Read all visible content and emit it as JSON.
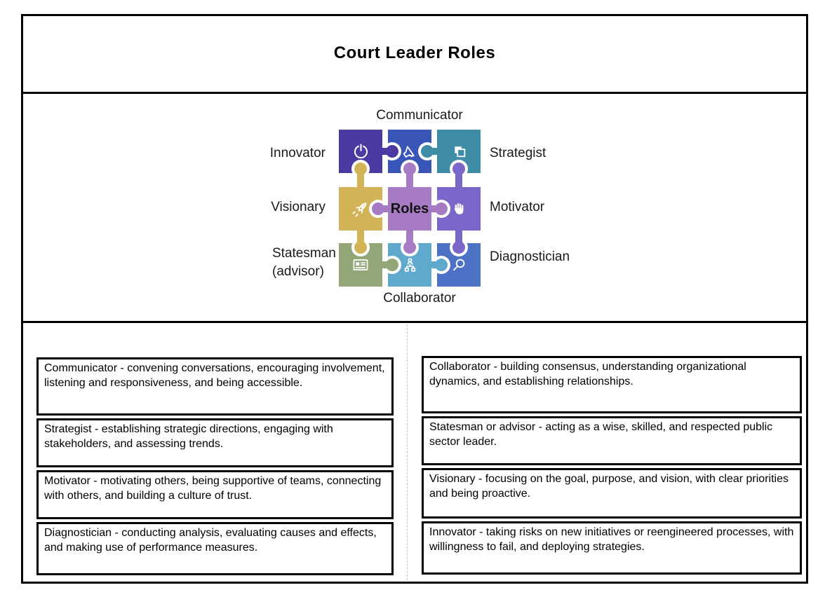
{
  "title": "Court Leader Roles",
  "diagram": {
    "center_label": "Roles",
    "labels": {
      "communicator": "Communicator",
      "innovator": "Innovator",
      "strategist": "Strategist",
      "visionary": "Visionary",
      "motivator": "Motivator",
      "statesman_line1": "Statesman",
      "statesman_line2": "(advisor)",
      "diagnostician": "Diagnostician",
      "collaborator": "Collaborator"
    },
    "colors": {
      "innovator": "#4c3aa3",
      "communicator": "#3a55b8",
      "strategist": "#3e8ca6",
      "visionary": "#d2b356",
      "roles": "#a77bc4",
      "motivator": "#7a67c9",
      "statesman": "#92a677",
      "collaborator": "#5fa9cd",
      "diagnostician": "#4d72c5"
    },
    "icons": {
      "innovator": "power-icon",
      "communicator": "megaphone-icon",
      "strategist": "copy-squares-icon",
      "visionary": "rocket-icon",
      "motivator": "hand-icon",
      "statesman": "id-badge-icon",
      "collaborator": "org-chart-icon",
      "diagnostician": "magnifier-icon"
    }
  },
  "descriptions": {
    "left": [
      "Communicator - convening conversations, encouraging involvement, listening and responsiveness, and being accessible.",
      "Strategist - establishing strategic directions, engaging with stakeholders, and assessing trends.",
      "Motivator - motivating others, being supportive of teams, connecting with others, and building a culture of trust.",
      "Diagnostician - conducting analysis, evaluating causes and effects, and making use of performance measures."
    ],
    "right": [
      "Collaborator - building consensus, understanding organizational dynamics, and establishing relationships.",
      "Statesman or advisor - acting as a wise, skilled, and respected public sector leader.",
      "Visionary - focusing on the goal, purpose, and vision, with clear priorities and being proactive.",
      "Innovator - taking risks on new initiatives or reengineered processes, with willingness to fail, and deploying strategies."
    ]
  }
}
